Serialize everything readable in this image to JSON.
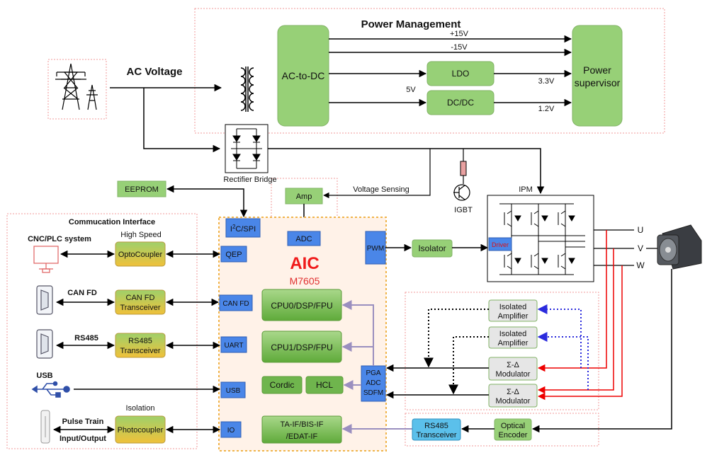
{
  "power": {
    "title": "Power Management",
    "acdc": "AC-to-DC",
    "p15": "+15V",
    "m15": "-15V",
    "ldo": "LDO",
    "dcdc": "DC/DC",
    "v5": "5V",
    "v33": "3.3V",
    "v12": "1.2V",
    "supervisor1": "Power",
    "supervisor2": "supervisor"
  },
  "ac_voltage": "AC Voltage",
  "rectifier": "Rectifier Bridge",
  "voltage_sensing": "Voltage Sensing",
  "igbt": "IGBT",
  "ipm": "IPM",
  "driver": "Driver",
  "uvw": [
    "U",
    "V",
    "W"
  ],
  "eeprom": "EEPROM",
  "amp": "Amp",
  "comm": {
    "title": "Commucation Interface",
    "cnc": "CNC/PLC system",
    "high_speed": "High Speed",
    "optocoupler": "OptoCoupler",
    "canfd": "CAN FD",
    "canfd_tr1": "CAN FD",
    "canfd_tr2": "Transceiver",
    "rs485": "RS485",
    "rs485_tr1": "RS485",
    "rs485_tr2": "Transceiver",
    "usb": "USB",
    "pulse1": "Pulse Train",
    "pulse2": "Input/Output",
    "isolation": "Isolation",
    "photocoupler": "Photocoupler"
  },
  "aic": {
    "title": "AIC",
    "model": "M7605",
    "i2c_main": "I",
    "i2c_sup": "2",
    "i2c_rest": "C/SPI",
    "adc": "ADC",
    "qep": "QEP",
    "canfd": "CAN FD",
    "uart": "UART",
    "usb": "USB",
    "io": "IO",
    "pwm": "PWM",
    "cpu0": "CPU0/DSP/FPU",
    "cpu1": "CPU1/DSP/FPU",
    "cordic": "Cordic",
    "hcl": "HCL",
    "pga": "PGA",
    "adc2": "ADC",
    "sdfm": "SDFM",
    "taif1": "TA-IF/BIS-IF",
    "taif2": "/EDAT-IF"
  },
  "isolator": "Isolator",
  "iso_amp1": "Isolated",
  "iso_amp2": "Amplifier",
  "sd_mod1": "Σ-Δ",
  "sd_mod2": "Modulator",
  "rs485_tr1": "RS485",
  "rs485_tr2": "Transceiver",
  "optical1": "Optical",
  "optical2": "Encoder",
  "colors": {
    "green_fill": "#97d077",
    "green_stroke": "#82b366",
    "blue_fill": "#4a86e8",
    "aic_red": "#ff0000",
    "aic_bg": "#fff2e8",
    "orange_border": "#f0b44a",
    "dotted_red": "#f19a9a",
    "grey_box": "#e6e6e6",
    "cyan": "#5bc0eb"
  }
}
